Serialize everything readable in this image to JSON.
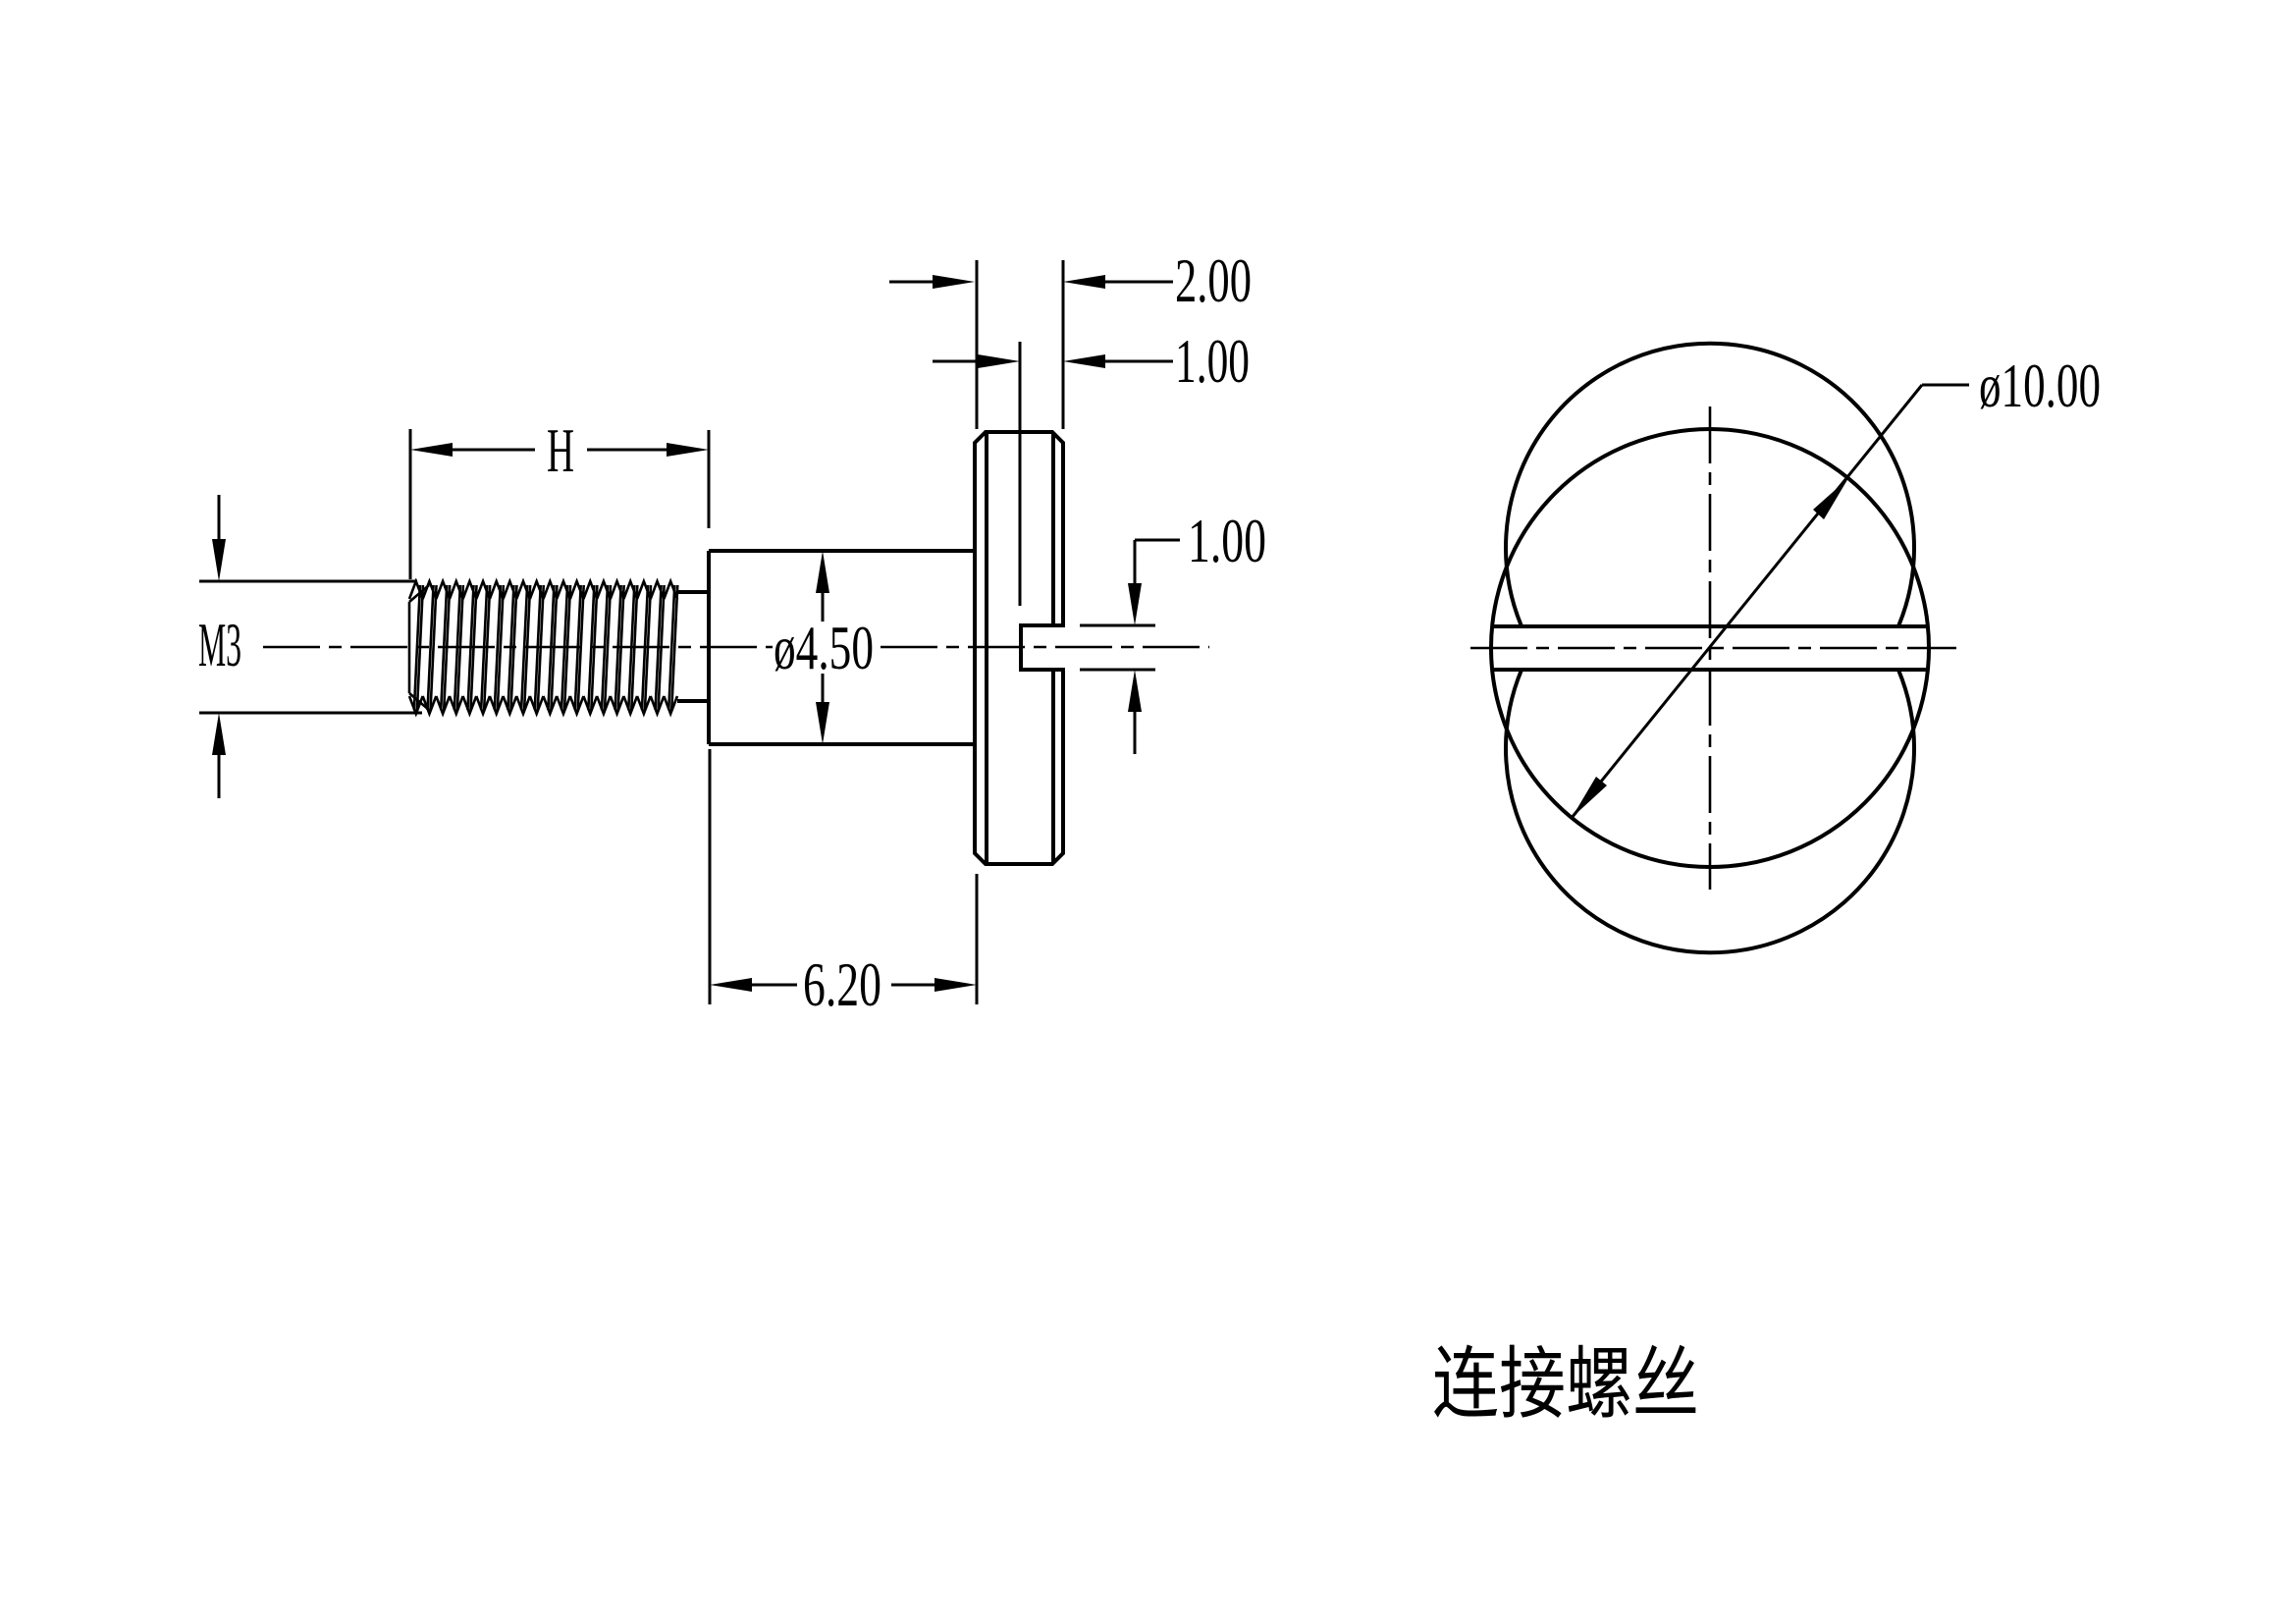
{
  "caption": "连接螺丝",
  "side_view": {
    "thread_label": "M3",
    "thread_length_label": "H",
    "shank_diameter": "ø4.50",
    "shank_length": "6.20",
    "head_thickness": "2.00",
    "slot_depth": "1.00",
    "slot_width": "1.00"
  },
  "front_view": {
    "head_diameter": "ø10.00"
  },
  "colors": {
    "line": "#000000",
    "background": "#ffffff"
  }
}
